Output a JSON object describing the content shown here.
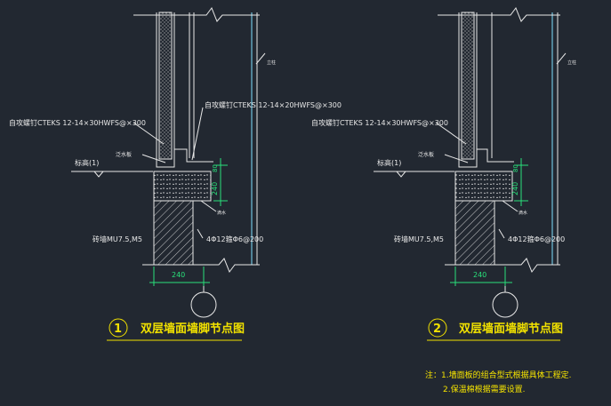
{
  "details": [
    {
      "number": "1",
      "title": "双层墙面墙脚节点图",
      "label_screw1": "自攻螺钉CTEKS 12-14×30HWFS@×300",
      "label_screw2": "自攻螺钉CTEKS 12-14×20HWFS@×300",
      "label_flashing": "泛水板",
      "label_elevation": "标高(1)",
      "label_column": "立柱",
      "label_wall": "砖墙MU7.5,M5",
      "label_drip": "滴水",
      "label_rebar": "4Φ12箍Φ6@200",
      "dim_width": "240",
      "dim_height_a": "240",
      "dim_height_b": "80"
    },
    {
      "number": "2",
      "title": "双层墙面墙脚节点图",
      "label_screw1": "自攻螺钉CTEKS 12-14×30HWFS@×300",
      "label_flashing": "泛水板",
      "label_elevation": "标高(1)",
      "label_column": "立柱",
      "label_wall": "砖墙MU7.5,M5",
      "label_drip": "滴水",
      "label_rebar": "4Φ12箍Φ6@200",
      "dim_width": "240",
      "dim_height_a": "240",
      "dim_height_b": "80"
    }
  ],
  "notes": {
    "line1": "注：1.墙面板的组合型式根据具体工程定.",
    "line2": "2.保温棉根据需要设置."
  },
  "colors": {
    "background": "#222831",
    "lines": "#e8e8e8",
    "panel_fill": "#cfcfcf",
    "dimension": "#29e07a",
    "text_yellow": "#f5e300",
    "column": "#7fe0ff"
  }
}
